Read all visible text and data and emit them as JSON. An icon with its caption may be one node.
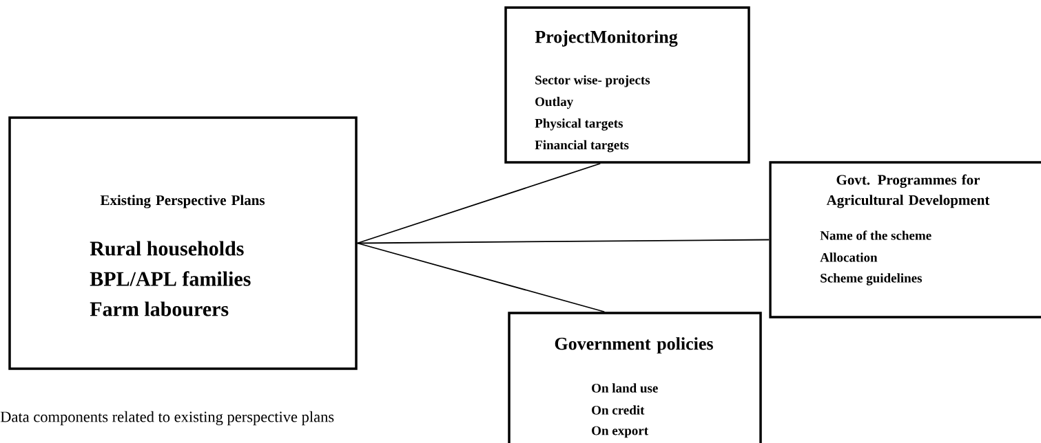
{
  "diagram": {
    "caption": "Data components related to existing perspective plans",
    "nodes": [
      {
        "text": [
          "Existing Perspective Plans",
          "Rural households",
          "BPL/APL families",
          "Farm labourers"
        ]
      },
      {
        "text": [
          "ProjectMonitoring",
          "Sector wise- projects",
          "Outlay",
          "Physical targets",
          "Financial targets"
        ]
      },
      {
        "text": [
          "Govt. Programmes for Agricultural Development",
          "Name of the scheme",
          "Allocation",
          "Scheme guidelines"
        ]
      },
      {
        "text": [
          "Government policies",
          "On land use",
          "On credit",
          "On export"
        ]
      }
    ],
    "edges": [
      {
        "from": 0,
        "to": 1,
        "arrow": "none"
      },
      {
        "from": 0,
        "to": 2,
        "arrow": "none"
      },
      {
        "from": 0,
        "to": 3,
        "arrow": "none"
      }
    ]
  }
}
